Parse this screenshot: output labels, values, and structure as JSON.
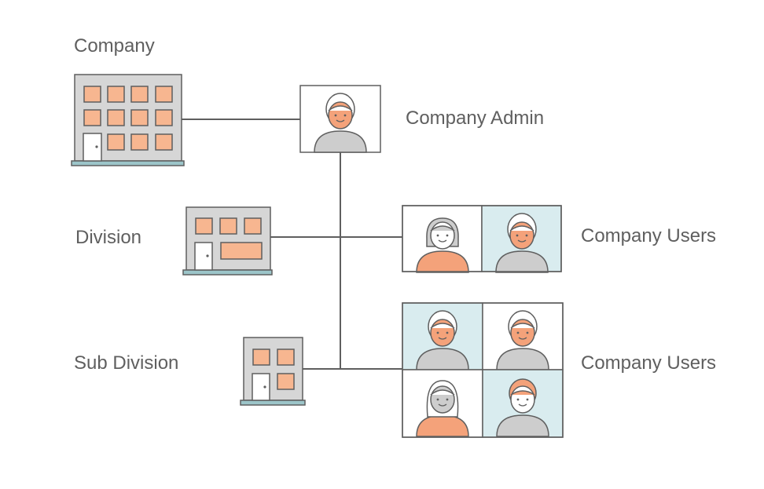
{
  "labels": {
    "company": "Company",
    "company_admin": "Company Admin",
    "division": "Division",
    "division_users": "Company Users",
    "sub_division": "Sub Division",
    "sub_division_users": "Company Users"
  },
  "colors": {
    "line": "#5f5f5f",
    "building": "#d6d6d6",
    "window": "#f7b690",
    "base": "#9cc5c9",
    "skin": "#f4a27a",
    "body_gray": "#cdcdcd",
    "tile_blue": "#d9ecef"
  },
  "icons": [
    "building-icon",
    "person-icon"
  ]
}
